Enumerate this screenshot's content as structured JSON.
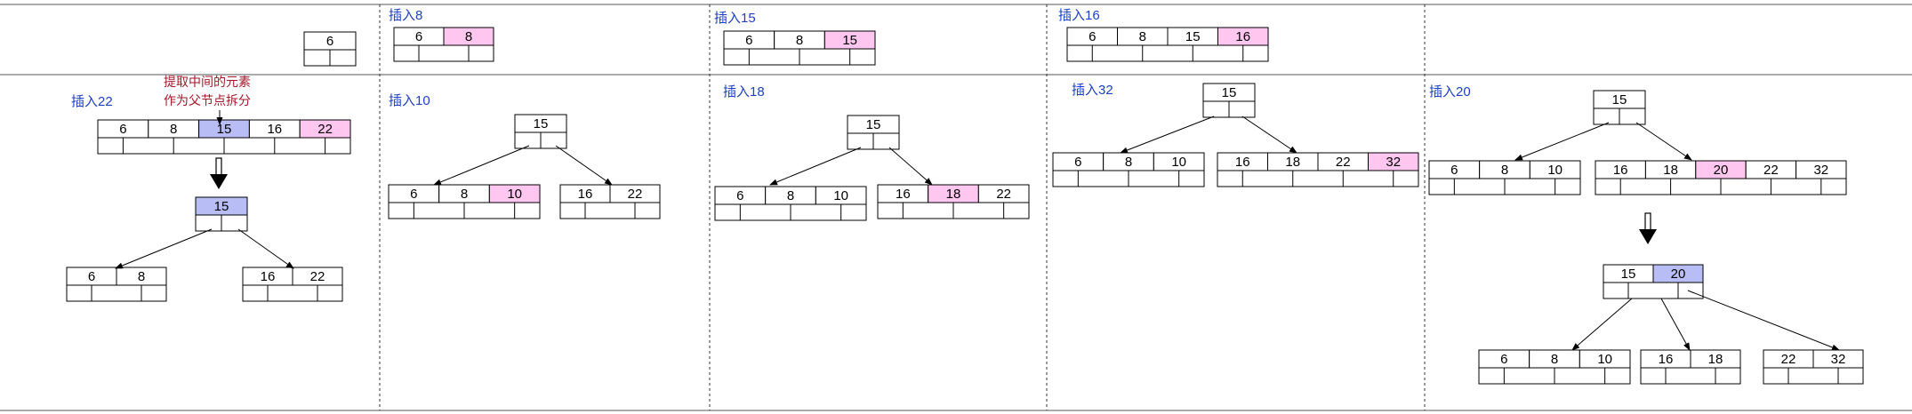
{
  "colors": {
    "line": "#000000",
    "label": "#1f3fbf",
    "note": "#a0182a",
    "new_key": "#ffc6f0",
    "promoted_key": "#b9bdf5",
    "divider": "#333333"
  },
  "labels": {
    "insert_8": "插入8",
    "insert_15": "插入15",
    "insert_16": "插入16",
    "insert_22": "插入22",
    "insert_10": "插入10",
    "insert_18": "插入18",
    "insert_32": "插入32",
    "insert_20": "插入20",
    "note_line1": "提取中间的元素",
    "note_line2": "作为父节点拆分"
  },
  "nodes": {
    "n6": [
      "6"
    ],
    "n6_8": [
      "6",
      "8"
    ],
    "n6_8_15": [
      "6",
      "8",
      "15"
    ],
    "n6_8_15_16": [
      "6",
      "8",
      "15",
      "16"
    ],
    "split22_full": [
      "6",
      "8",
      "15",
      "16",
      "22"
    ],
    "split22_root": [
      "15"
    ],
    "split22_left": [
      "6",
      "8"
    ],
    "split22_right": [
      "16",
      "22"
    ],
    "ins10_root": [
      "15"
    ],
    "ins10_left": [
      "6",
      "8",
      "10"
    ],
    "ins10_right": [
      "16",
      "22"
    ],
    "ins18_root": [
      "15"
    ],
    "ins18_left": [
      "6",
      "8",
      "10"
    ],
    "ins18_right": [
      "16",
      "18",
      "22"
    ],
    "ins32_root": [
      "15"
    ],
    "ins32_left": [
      "6",
      "8",
      "10"
    ],
    "ins32_right": [
      "16",
      "18",
      "22",
      "32"
    ],
    "ins20_root": [
      "15"
    ],
    "ins20_left": [
      "6",
      "8",
      "10"
    ],
    "ins20_right": [
      "16",
      "18",
      "20",
      "22",
      "32"
    ],
    "ins20b_root": [
      "15",
      "20"
    ],
    "ins20b_c1": [
      "6",
      "8",
      "10"
    ],
    "ins20b_c2": [
      "16",
      "18"
    ],
    "ins20b_c3": [
      "22",
      "32"
    ]
  },
  "highlights": {
    "n6_8": {
      "1": "new"
    },
    "n6_8_15": {
      "2": "new"
    },
    "n6_8_15_16": {
      "3": "new"
    },
    "split22_full": {
      "2": "promoted",
      "4": "new"
    },
    "split22_root": {
      "0": "promoted"
    },
    "ins10_left": {
      "2": "new"
    },
    "ins18_right": {
      "1": "new"
    },
    "ins32_right": {
      "3": "new"
    },
    "ins20_right": {
      "2": "new"
    },
    "ins20b_root": {
      "1": "promoted"
    }
  }
}
